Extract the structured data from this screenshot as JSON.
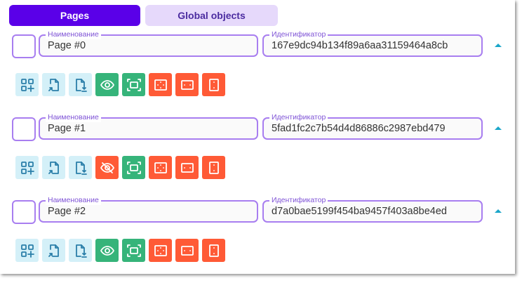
{
  "tabs": {
    "pages": "Pages",
    "global_objects": "Global objects"
  },
  "labels": {
    "name": "Наименование",
    "identifier": "Идентификатор"
  },
  "pages": [
    {
      "name": "Page #0",
      "id": "167e9dc94b134f89a6aa31159464a8cb",
      "visible": true
    },
    {
      "name": "Page #1",
      "id": "5fad1fc2c7b54d4d86886c2987ebd479",
      "visible": false
    },
    {
      "name": "Page #2",
      "id": "d7a0bae5199f454ba9457f403a8be4ed",
      "visible": true
    }
  ],
  "colors": {
    "accent": "#5a00e8",
    "green": "#36b47a",
    "red": "#ff5a36",
    "blue_bg": "#d4f0f8"
  }
}
